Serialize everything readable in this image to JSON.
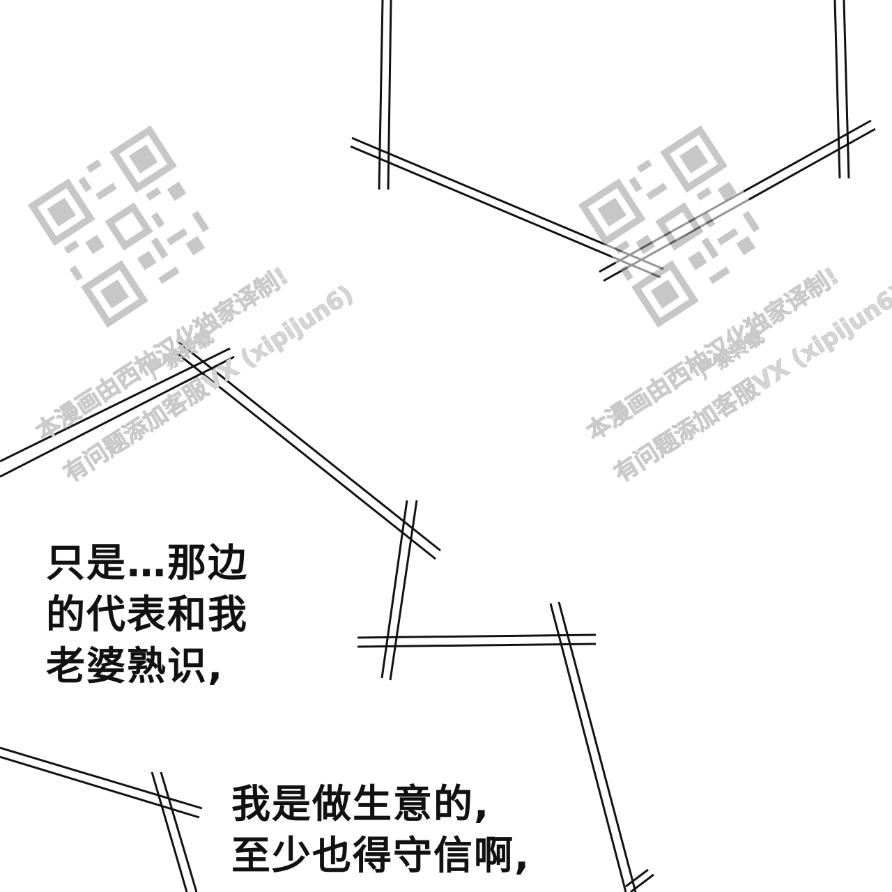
{
  "panel": {
    "captions": [
      {
        "lines": [
          "只是…那边",
          "的代表和我",
          "老婆熟识,"
        ]
      },
      {
        "lines": [
          "我是做生意的,",
          "至少也得守信啊,"
        ]
      }
    ]
  },
  "watermark": {
    "lines": [
      "本漫画由西柚汉化独家译制!",
      "严禁转载",
      "有问题添加客服VX (xipijun6)"
    ],
    "icon": "qr-code-icon"
  },
  "colors": {
    "ink": "#111111",
    "background": "#ffffff",
    "watermark": "#d5d5d5"
  }
}
